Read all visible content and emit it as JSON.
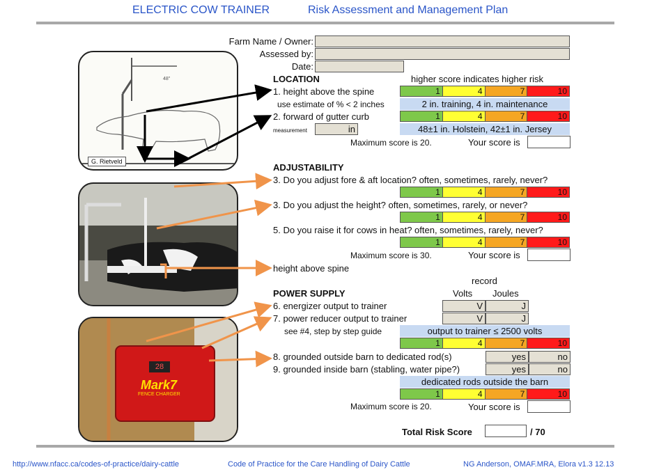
{
  "header": {
    "title": "ELECTRIC COW TRAINER",
    "subtitle": "Risk Assessment and Management Plan"
  },
  "form": {
    "farm_label": "Farm Name / Owner:",
    "assessed_label": "Assessed by:",
    "date_label": "Date:"
  },
  "diagram": {
    "credit": "G. Rietveld",
    "dim_label": "48\""
  },
  "location": {
    "heading": "LOCATION",
    "risk_note": "higher score indicates higher risk",
    "q1": "1. height above the spine",
    "q1_hint": "use estimate of % < 2 inches",
    "q1_note": "2 in. training, 4 in. maintenance",
    "q2": "2. forward of gutter curb",
    "measurement_label": "measurement",
    "unit_in": "in",
    "q2_note": "48±1 in. Holstein, 42±1 in. Jersey",
    "max": "Maximum score is 20.",
    "your_score": "Your score is"
  },
  "scale": {
    "v1": "1",
    "v2": "4",
    "v3": "7",
    "v4": "10"
  },
  "adjustability": {
    "heading": "ADJUSTABILITY",
    "q3a": "3. Do you adjust fore & aft location?  often, sometimes, rarely, never?",
    "q3b": "3. Do you adjust the height?  often, sometimes, rarely, or never?",
    "q5": "5. Do you raise it for cows in heat? often, sometimes, rarely, never?",
    "max": "Maximum score is 30.",
    "your_score": "Your score is",
    "height_spine": "height above spine"
  },
  "power": {
    "heading": "POWER SUPPLY",
    "record": "record",
    "volts": "Volts",
    "joules": "Joules",
    "q6": "6. energizer output to trainer",
    "q7": "7. power reducer output to trainer",
    "unit_v": "V",
    "unit_j": "J",
    "hint": "see #4, step by step guide",
    "note1": "output to trainer ≤ 2500 volts",
    "q8": "8. grounded outside barn to dedicated rod(s)",
    "q9": "9. grounded inside barn (stabling, water pipe?)",
    "yes": "yes",
    "no": "no",
    "note2": "dedicated rods outside the barn",
    "max": "Maximum score is 20.",
    "your_score": "Your score is"
  },
  "total": {
    "label": "Total Risk Score",
    "out_of": "/ 70"
  },
  "energizer": {
    "brand": "Mark7",
    "sub": "FENCE CHARGER",
    "display": "28"
  },
  "footer": {
    "url": "http://www.nfacc.ca/codes-of-practice/dairy-cattle",
    "code": "Code of Practice for the Care Handling of Dairy Cattle",
    "author": "NG Anderson, OMAF.MRA, Elora   v1.3 12.13"
  },
  "colors": {
    "green": "#7ec84a",
    "yellow": "#ffff33",
    "orange": "#f5a623",
    "red": "#ff1a1a",
    "note_blue": "#c8daf2",
    "arrow_orange": "#f0944a"
  }
}
